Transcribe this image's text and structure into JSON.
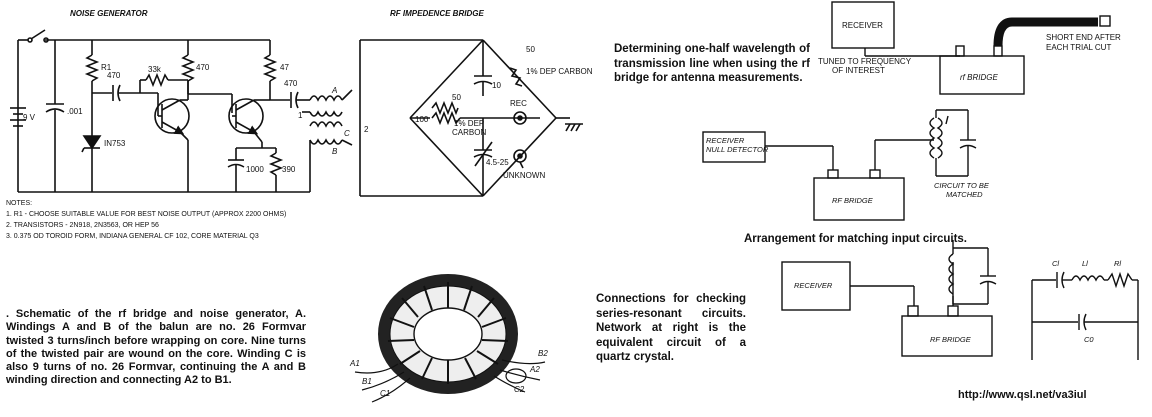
{
  "schematic": {
    "noise_generator_title": "NOISE GENERATOR",
    "rf_bridge_title": "RF IMPEDENCE BRIDGE",
    "battery": "9 V",
    "cap_001": ".001",
    "r1": "R1",
    "diode": "IN753",
    "c470a": "470",
    "r33k": "33k",
    "r470": "470",
    "r47": "47",
    "c1000": "1000",
    "r390": "390",
    "c470b": "470",
    "wind_a": "A",
    "wind_b": "B",
    "wind_c": "C",
    "num1": "1",
    "num2": "2",
    "r50_top": "50",
    "r50_top_desc": "1% DEP CARBON",
    "c10": "10",
    "r100": "100",
    "r50_mid": "50",
    "r50_mid_desc1": "1% DEP",
    "r50_mid_desc2": "CARBON",
    "cvar": "4.5-25",
    "rec": "REC",
    "unknown": "UNKNOWN"
  },
  "notes": {
    "heading": "NOTES:",
    "lines": [
      "1. R1 - CHOOSE SUITABLE VALUE FOR BEST NOISE OUTPUT (APPROX 2200 OHMS)",
      "2. TRANSISTORS - 2N918, 2N3563, OR HEP 56",
      "3. 0.375 OD TOROID FORM, INDIANA GENERAL CF 102, CORE MATERIAL Q3"
    ]
  },
  "caption_schematic": ". Schematic of the rf bridge and noise generator, A. Windings A and B of the balun are no. 26 Formvar twisted 3 turns/inch before wrapping on core. Nine turns of the twisted pair are wound on the core. Winding C is also 9 turns of no. 26 Formvar, continuing the A and B winding direction and connecting A2 to B1.",
  "toroid": {
    "a1": "A1",
    "b1": "B1",
    "c1": "C1",
    "b2": "B2",
    "a2": "A2",
    "c2": "C2"
  },
  "diagram1": {
    "receiver": "RECEIVER",
    "tuned_line1": "TUNED TO FREQUENCY",
    "tuned_line2": "OF INTEREST",
    "rf_bridge": "rf BRIDGE",
    "short_line1": "SHORT END AFTER",
    "short_line2": "EACH TRIAL CUT",
    "caption": "Determining one-half wavelength of transmission line when using the rf bridge for antenna measurements."
  },
  "diagram2": {
    "receiver_line1": "RECEIVER",
    "receiver_line2": "NULL DETECTOR",
    "rf_bridge": "RF BRIDGE",
    "circuit_line1": "CIRCUIT TO BE",
    "circuit_line2": "MATCHED",
    "caption": "Arrangement for matching input circuits."
  },
  "diagram3": {
    "receiver": "RECEIVER",
    "rf_bridge": "RF BRIDGE",
    "caption": "Connections for checking series-resonant circuits. Network at right is the equivalent circuit of a quartz crystal.",
    "c1": "Cl",
    "l1": "Ll",
    "r1": "Rl",
    "c0": "C0"
  },
  "url": "http://www.qsl.net/va3iul"
}
